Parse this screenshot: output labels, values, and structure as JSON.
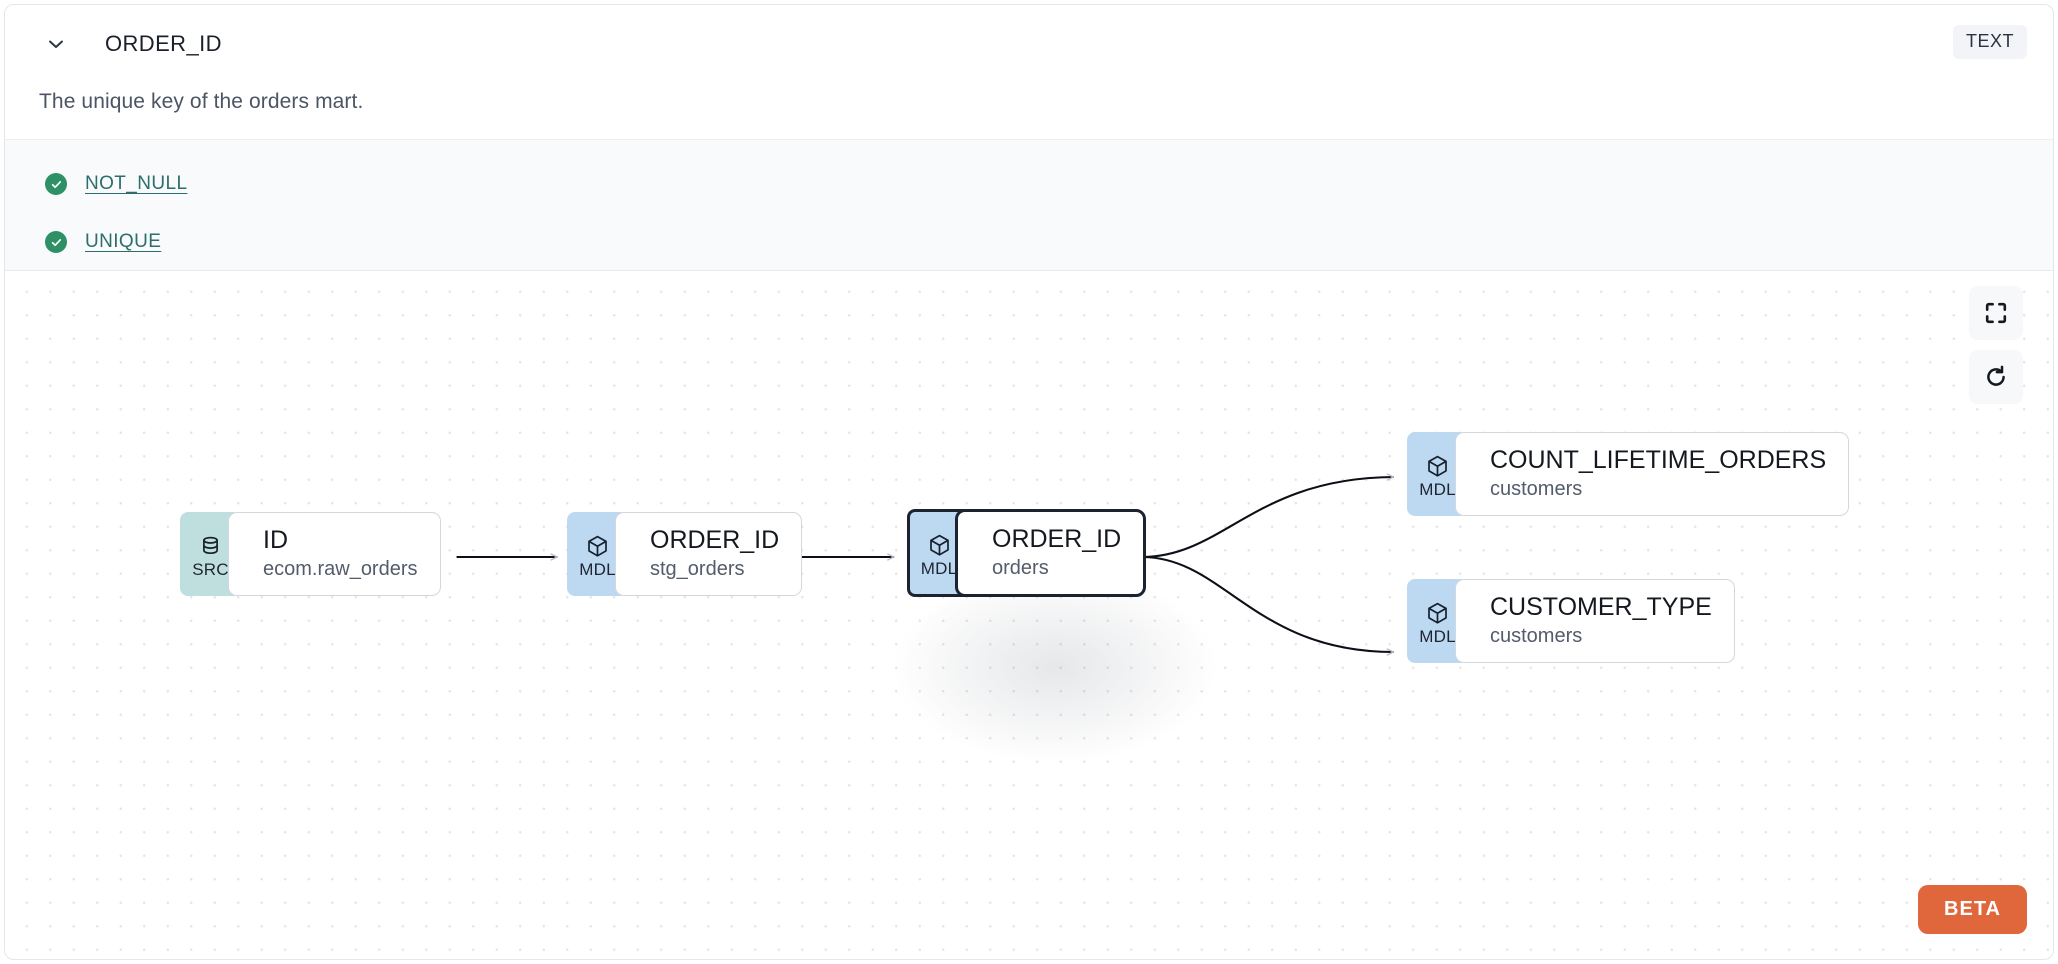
{
  "header": {
    "collapse_icon": "chevron-down-icon",
    "title": "ORDER_ID",
    "type_badge": "TEXT",
    "description": "The unique key of the orders mart."
  },
  "tests": [
    {
      "label": "NOT_NULL",
      "status_icon": "check-circle-icon",
      "status": "pass"
    },
    {
      "label": "UNIQUE",
      "status_icon": "check-circle-icon",
      "status": "pass"
    }
  ],
  "lineage": {
    "controls": [
      {
        "name": "fullscreen-icon",
        "label": "Fullscreen"
      },
      {
        "name": "refresh-icon",
        "label": "Refresh"
      }
    ],
    "beta_label": "BETA",
    "nodes": [
      {
        "id": "src-id",
        "badge": "SRC",
        "badge_icon": "database-icon",
        "name": "ID",
        "sub": "ecom.raw_orders",
        "selected": false
      },
      {
        "id": "mdl-stg-order",
        "badge": "MDL",
        "badge_icon": "cube-icon",
        "name": "ORDER_ID",
        "sub": "stg_orders",
        "selected": false
      },
      {
        "id": "mdl-orders",
        "badge": "MDL",
        "badge_icon": "cube-icon",
        "name": "ORDER_ID",
        "sub": "orders",
        "selected": true
      },
      {
        "id": "mdl-count",
        "badge": "MDL",
        "badge_icon": "cube-icon",
        "name": "COUNT_LIFETIME_ORDERS",
        "sub": "customers",
        "selected": false
      },
      {
        "id": "mdl-custtype",
        "badge": "MDL",
        "badge_icon": "cube-icon",
        "name": "CUSTOMER_TYPE",
        "sub": "customers",
        "selected": false
      }
    ],
    "edges": [
      {
        "from": "src-id",
        "to": "mdl-stg-order"
      },
      {
        "from": "mdl-stg-order",
        "to": "mdl-orders"
      },
      {
        "from": "mdl-orders",
        "to": "mdl-count"
      },
      {
        "from": "mdl-orders",
        "to": "mdl-custtype"
      }
    ]
  },
  "colors": {
    "src_badge": "#bfdfdf",
    "mdl_badge": "#bcd9f1",
    "test_pass": "#2e9166",
    "link": "#2d6e6c",
    "beta": "#e0663c",
    "selected_border": "#1b2230"
  }
}
